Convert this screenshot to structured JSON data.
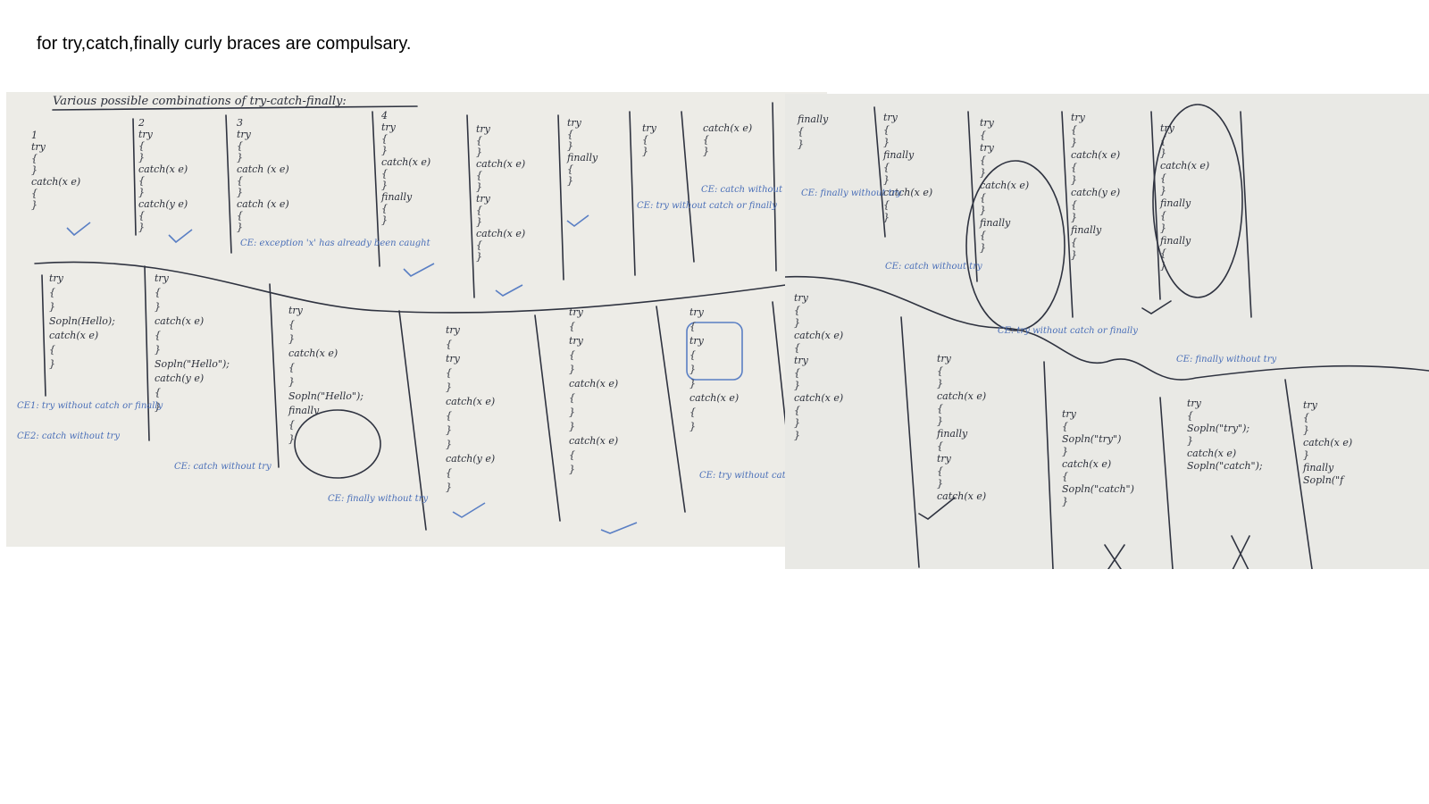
{
  "note": {
    "text": "for try,catch,finally curly braces are compulsary."
  },
  "whiteboard_left": {
    "title": "Various possible combinations of try-catch-finally:",
    "top_row": [
      [
        "1",
        "try",
        "{",
        "}",
        "catch(x e)",
        "{",
        "}"
      ],
      [
        "2",
        "try",
        "{",
        "}",
        "catch(x e)",
        "{",
        "}",
        "catch(y e)",
        "{",
        "}"
      ],
      [
        "3",
        "try",
        "{",
        "}",
        "catch (x e)",
        "{",
        "}",
        "catch (x e)",
        "{",
        "}"
      ],
      [
        "4",
        "try",
        "{",
        "}",
        "catch(x e)",
        "{",
        "}",
        "finally",
        "{",
        "}"
      ],
      [
        "try",
        "{",
        "}",
        "catch(x e)",
        "{",
        "}",
        "try",
        "{",
        "}",
        "catch(x e)",
        "{",
        "}"
      ],
      [
        "try",
        "{",
        "}",
        "finally",
        "{",
        "}"
      ],
      [
        "try",
        "{",
        "}"
      ],
      [
        "catch(x e)",
        "{",
        "}"
      ]
    ],
    "top_errors": [
      "CE: exception 'x' has already been caught",
      "CE: try without catch or finally",
      "CE: catch without try"
    ],
    "bottom_row": [
      [
        "try",
        "{",
        "}",
        "Sopln(Hello);",
        "catch(x e)",
        "{",
        "}"
      ],
      [
        "try",
        "{",
        "}",
        "catch(x e)",
        "{",
        "}",
        "Sopln(\"Hello\");",
        "catch(y e)",
        "{",
        "}"
      ],
      [
        "try",
        "{",
        "}",
        "catch(x e)",
        "{",
        "}",
        "Sopln(\"Hello\");",
        "finally",
        "{",
        "}"
      ],
      [
        "try",
        "{",
        "try",
        "{",
        "}",
        "catch(x e)",
        "{",
        "}",
        "}",
        "catch(y e)",
        "{",
        "}"
      ],
      [
        "try",
        "{",
        "try",
        "{",
        "}",
        "catch(x e)",
        "{",
        "}",
        "}",
        "catch(x e)",
        "{",
        "}"
      ],
      [
        "try",
        "{",
        "try",
        "{",
        "}",
        "}",
        "catch(x e)",
        "{",
        "}"
      ]
    ],
    "bottom_errors": [
      "CE1: try without catch or finally",
      "CE2: catch without try",
      "CE: catch without try",
      "CE: finally without try",
      "CE: try without catch or finally"
    ]
  },
  "whiteboard_right": {
    "top_row": [
      [
        "finally",
        "{",
        "}"
      ],
      [
        "try",
        "{",
        "}",
        "finally",
        "{",
        "}",
        "catch(x e)",
        "{",
        "}"
      ],
      [
        "try",
        "{",
        "try",
        "{",
        "}",
        "catch(x e)",
        "{",
        "}",
        "finally",
        "{",
        "}"
      ],
      [
        "try",
        "{",
        "}",
        "catch(x e)",
        "{",
        "}",
        "catch(y e)",
        "{",
        "}",
        "finally",
        "{",
        "}"
      ],
      [
        "try",
        "{",
        "}",
        "catch(x e)",
        "{",
        "}",
        "finally",
        "{",
        "}",
        "finally",
        "{",
        "}"
      ]
    ],
    "top_errors": [
      "CE: finally without try",
      "CE: catch without try",
      "CE: try without catch or finally",
      "CE: finally without try"
    ],
    "bottom_row": [
      [
        "try",
        "{",
        "}",
        "catch(x e)",
        "{",
        "try",
        "{",
        "}",
        "catch(x e)",
        "{",
        "}",
        "}"
      ],
      [
        "try",
        "{",
        "}",
        "catch(x e)",
        "{",
        "}",
        "finally",
        "{",
        "try",
        "{",
        "}",
        "catch(x e)"
      ],
      [
        "try",
        "{",
        "Sopln(\"try\")",
        "}",
        "catch(x e)",
        "{",
        "Sopln(\"catch\")",
        "}"
      ],
      [
        "try",
        "{",
        "Sopln(\"try\");",
        "}",
        "catch(x e)",
        "Sopln(\"catch\");"
      ],
      [
        "try",
        "{",
        "}",
        "catch(x e)",
        "}",
        "finally",
        "Sopln(\"f"
      ]
    ]
  }
}
